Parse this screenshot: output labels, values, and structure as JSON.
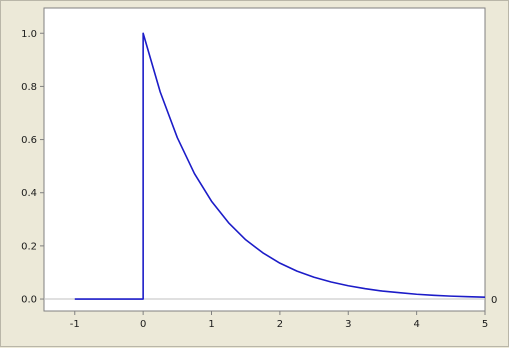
{
  "chart_data": {
    "type": "line",
    "title": "",
    "xlabel": "",
    "ylabel": "",
    "xlim": [
      -1.45,
      5.0
    ],
    "ylim": [
      -0.045,
      1.095
    ],
    "x_ticks": [
      -1,
      0,
      1,
      2,
      3,
      4,
      5
    ],
    "y_ticks": [
      0.0,
      0.2,
      0.4,
      0.6,
      0.8,
      1.0
    ],
    "x_tick_labels": [
      "-1",
      "0",
      "1",
      "2",
      "3",
      "4",
      "5"
    ],
    "y_tick_labels": [
      "0.0",
      "0.2",
      "0.4",
      "0.6",
      "0.8",
      "1.0"
    ],
    "grid": false,
    "legend": "none",
    "reference_line": {
      "y": 0,
      "label": "0",
      "color": "#c0c0c0"
    },
    "series": [
      {
        "color": "#1c1cc8",
        "x": [
          -1,
          0,
          0,
          0.25,
          0.5,
          0.75,
          1,
          1.25,
          1.5,
          1.75,
          2,
          2.25,
          2.5,
          2.75,
          3,
          3.25,
          3.5,
          3.75,
          4,
          4.25,
          4.5,
          4.75,
          5
        ],
        "y": [
          0,
          0,
          1,
          0.779,
          0.607,
          0.472,
          0.368,
          0.287,
          0.223,
          0.174,
          0.135,
          0.105,
          0.082,
          0.064,
          0.05,
          0.039,
          0.03,
          0.024,
          0.018,
          0.014,
          0.011,
          0.009,
          0.007
        ]
      }
    ],
    "colors": {
      "frame_background": "#ece9d8",
      "plot_background": "#ffffff",
      "axis": "#808080"
    }
  }
}
